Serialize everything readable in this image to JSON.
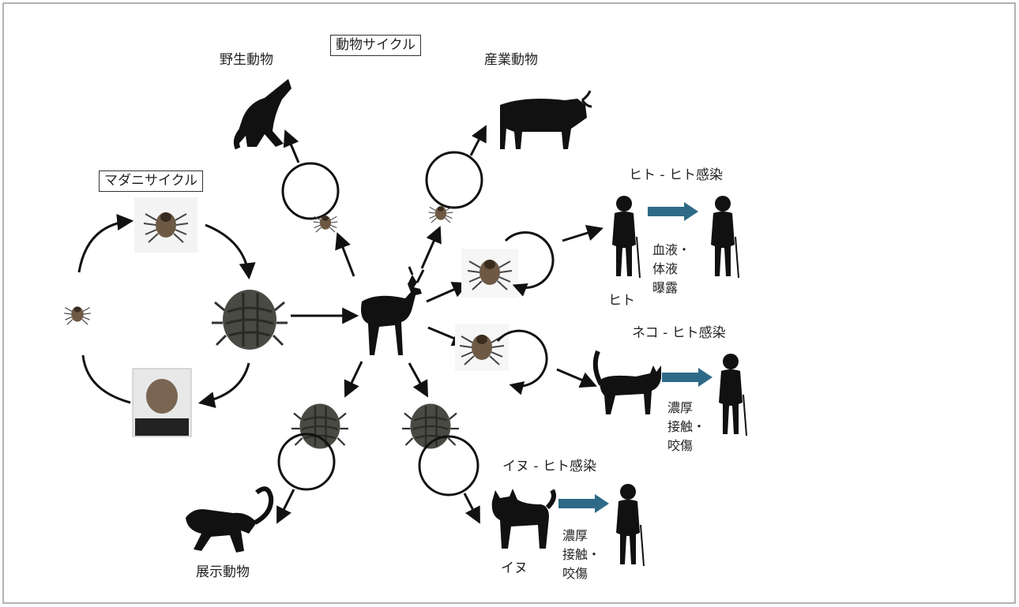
{
  "labels": {
    "animal_cycle": "動物サイクル",
    "tick_cycle": "マダニサイクル",
    "wild": "野生動物",
    "livestock": "産業動物",
    "exhibit": "展示動物",
    "human": "ヒト",
    "dog": "イヌ",
    "human_human": "ヒト - ヒト感染",
    "cat_human": "ネコ - ヒト感染",
    "dog_human": "イヌ - ヒト感染",
    "blood_1": "血液・",
    "blood_2": "体液",
    "blood_3": "曝露",
    "cat_route_1": "濃厚",
    "cat_route_2": "接触・",
    "cat_route_3": "咬傷",
    "dog_route_1": "濃厚",
    "dog_route_2": "接触・",
    "dog_route_3": "咬傷"
  },
  "colors": {
    "arrow": "#111111",
    "transmission_arrow": "#2e6a87",
    "silhouette": "#111111",
    "tick_body": "#6e5a44"
  }
}
